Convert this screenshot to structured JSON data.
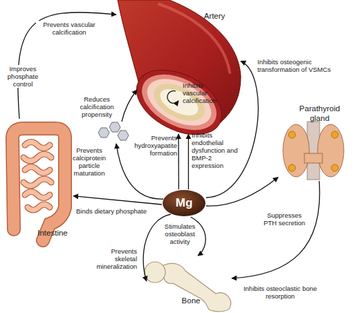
{
  "diagram": {
    "nodes": [
      {
        "text": [
          "Artery"
        ]
      },
      {
        "text": [
          "Intestine"
        ]
      },
      {
        "text": [
          "Parathyroid gland"
        ]
      },
      {
        "text": [
          "Mg"
        ]
      },
      {
        "text": [
          "Bone"
        ]
      }
    ],
    "edges": [
      {
        "from": 1,
        "to": 0,
        "arrow": "to",
        "label": "Prevents vascular calcification"
      },
      {
        "from": 3,
        "to": 0,
        "arrow": "to",
        "label": "Inhibits osteogenic transformation of VSMCs"
      },
      {
        "from": 3,
        "to": 0,
        "arrow": "to",
        "label": "Prevents hydroxyapatite formation"
      },
      {
        "from": 3,
        "to": 0,
        "arrow": "to",
        "label": "Inhibits endothelial dysfunction and BMP-2 expression"
      },
      {
        "from": 3,
        "to": 1,
        "arrow": "to",
        "label": "Binds dietary phosphate"
      },
      {
        "from": 3,
        "to": 2,
        "arrow": "to",
        "label": "Suppresses PTH secretion"
      },
      {
        "from": 3,
        "to": 4,
        "arrow": "to",
        "label": "Stimulates osteoblast activity"
      },
      {
        "from": 3,
        "to": 4,
        "arrow": "to",
        "label": "Prevents skeletal mineralization"
      },
      {
        "from": 2,
        "to": 4,
        "arrow": "to",
        "label": "Inhibits osteoclastic bone resorption"
      }
    ],
    "labels": [
      "Improves phosphate control",
      "Reduces calcification propensity",
      "Inhibits vascular calcification",
      "Prevents calciprotein particle maturation"
    ]
  }
}
